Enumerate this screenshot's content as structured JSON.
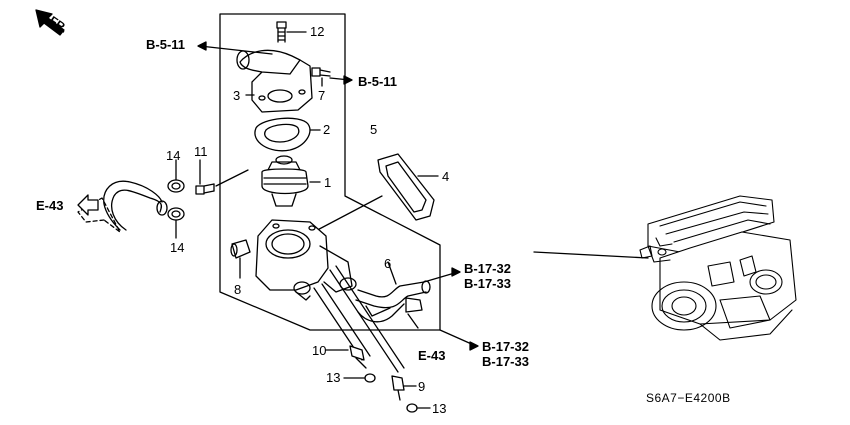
{
  "orientation": {
    "label": "FR."
  },
  "callouts": {
    "c1": "1",
    "c2": "2",
    "c3": "3",
    "c4": "4",
    "c5": "5",
    "c6": "6",
    "c7": "7",
    "c8": "8",
    "c9": "9",
    "c10": "10",
    "c11": "11",
    "c12": "12",
    "c13a": "13",
    "c13b": "13",
    "c14a": "14",
    "c14b": "14"
  },
  "references": {
    "b511_left": "B-5-11",
    "b511_right": "B-5-11",
    "e43_left": "E-43",
    "e43_bottom": "E-43",
    "b1732_upper": "B-17-32",
    "b1733_upper": "B-17-33",
    "b1732_lower": "B-17-32",
    "b1733_lower": "B-17-33"
  },
  "diagram_code": "S6A7−E4200B"
}
